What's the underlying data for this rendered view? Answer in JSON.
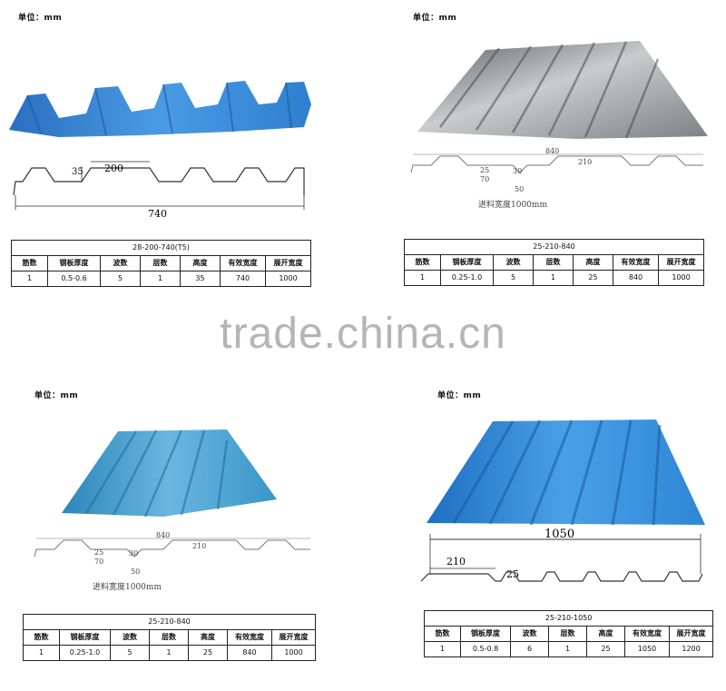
{
  "panels": [
    {
      "unit": "单位：mm",
      "dims": {
        "top": "35",
        "flat": "200",
        "width": "740"
      },
      "table": {
        "code": "28-200-740(T5)",
        "headers": [
          "筋数",
          "钢板厚度",
          "波数",
          "层数",
          "高度",
          "有效宽度",
          "展开宽度"
        ],
        "values": [
          "1",
          "0.5-0.6",
          "5",
          "1",
          "35",
          "740",
          "1000"
        ]
      }
    },
    {
      "unit": "单位：mm",
      "dims": {
        "width": "840",
        "flat": "210",
        "rib_top": "30",
        "rib_a": "25",
        "rib_b": "70",
        "rib_base": "50",
        "feed": "进料宽度1000mm"
      },
      "table": {
        "code": "25-210-840",
        "headers": [
          "筋数",
          "钢板厚度",
          "波数",
          "层数",
          "高度",
          "有效宽度",
          "展开宽度"
        ],
        "values": [
          "1",
          "0.25-1.0",
          "5",
          "1",
          "25",
          "840",
          "1000"
        ]
      }
    },
    {
      "unit": "单位：mm",
      "dims": {
        "width": "840",
        "flat": "210",
        "rib_top": "30",
        "rib_a": "25",
        "rib_b": "70",
        "rib_base": "50",
        "feed": "进料宽度1000mm"
      },
      "table": {
        "code": "25-210-840",
        "headers": [
          "筋数",
          "钢板厚度",
          "波数",
          "层数",
          "高度",
          "有效宽度",
          "展开宽度"
        ],
        "values": [
          "1",
          "0.25-1.0",
          "5",
          "1",
          "25",
          "840",
          "1000"
        ]
      }
    },
    {
      "unit": "单位：mm",
      "dims": {
        "width": "1050",
        "flat": "210",
        "height": "25"
      },
      "table": {
        "code": "25-210-1050",
        "headers": [
          "筋数",
          "钢板厚度",
          "波数",
          "层数",
          "高度",
          "有效宽度",
          "展开宽度"
        ],
        "values": [
          "1",
          "0.5-0.8",
          "6",
          "1",
          "25",
          "1050",
          "1200"
        ]
      }
    }
  ],
  "watermark": "trade.china.cn",
  "colors": {
    "blue": "#2f7fd0",
    "blue_light": "#5aa8e8",
    "teal": "#3a96c8",
    "steel": "#8c8f93"
  }
}
